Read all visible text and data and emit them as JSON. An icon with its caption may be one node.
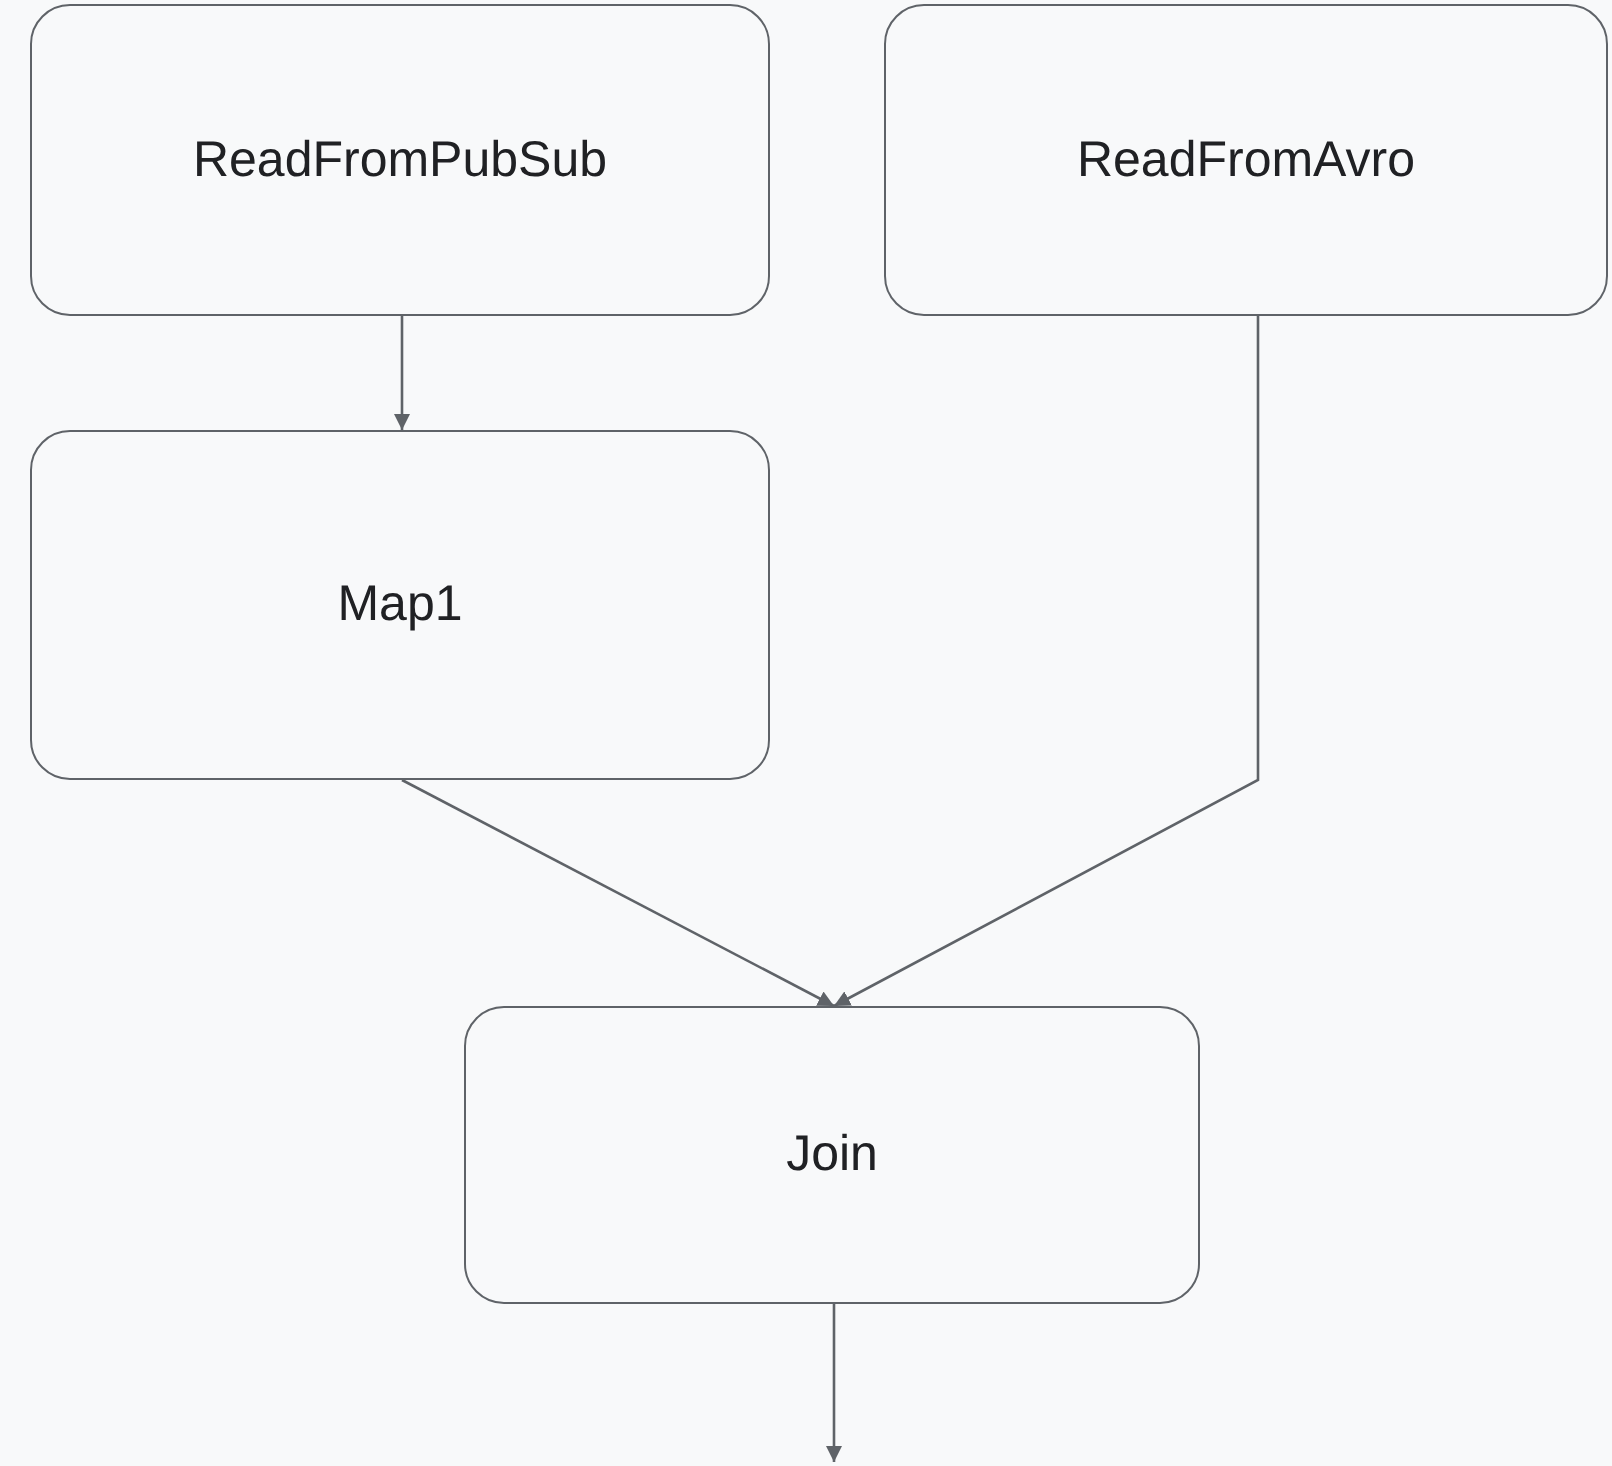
{
  "diagram": {
    "nodes": [
      {
        "text": [
          "ReadFromPubSub"
        ]
      },
      {
        "text": [
          "ReadFromAvro"
        ]
      },
      {
        "text": [
          "Map1"
        ]
      },
      {
        "text": [
          "Join"
        ]
      }
    ],
    "edges": [
      {
        "from": 0,
        "to": 2,
        "arrow": "to"
      },
      {
        "from": 2,
        "to": 3,
        "arrow": "to"
      },
      {
        "from": 1,
        "to": 3,
        "arrow": "to"
      },
      {
        "from": 3,
        "to": null,
        "arrow": "to"
      }
    ]
  }
}
